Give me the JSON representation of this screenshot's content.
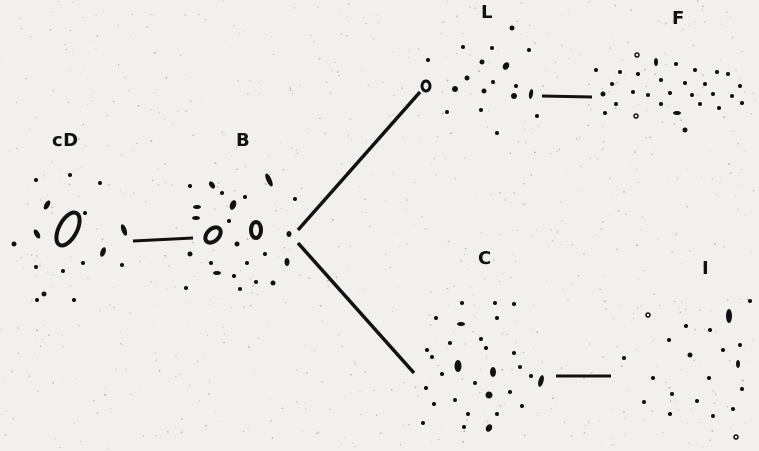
{
  "labels": {
    "cD": "cD",
    "B": "B",
    "L": "L",
    "F": "F",
    "C": "C",
    "I": "I"
  },
  "colors": {
    "background": "#f1f0ec",
    "ink": "#111111",
    "speckle": "#8a8a86"
  }
}
